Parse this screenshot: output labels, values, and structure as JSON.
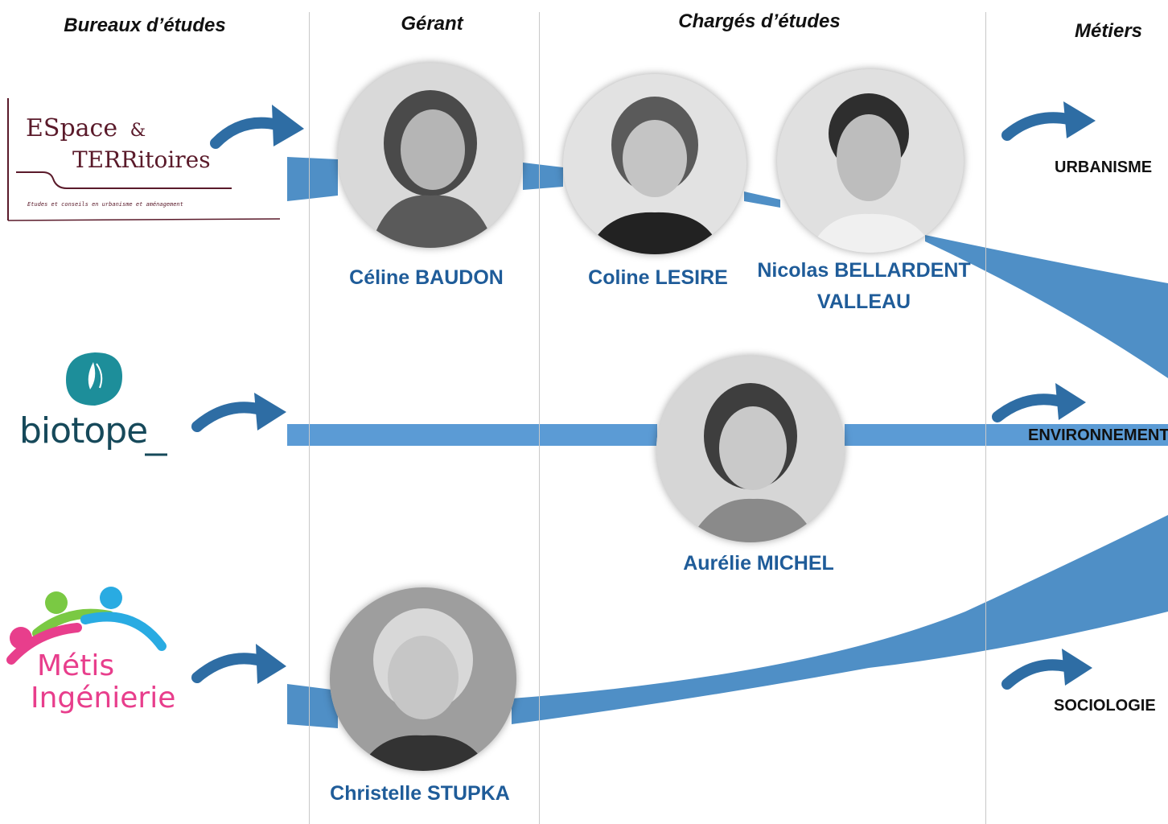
{
  "headers": {
    "bureaux": "Bureaux d’études",
    "gerant": "Gérant",
    "charges": "Chargés d’études",
    "metiers": "Métiers"
  },
  "logos": {
    "espace": {
      "line1": "ESpace",
      "amp": "&",
      "line2": "TERRitoires",
      "tagline": "Etudes et conseils en urbanisme et aménagement"
    },
    "biotope": {
      "text": "biotope"
    },
    "metis": {
      "line1": "Métis",
      "line2": "Ingénierie"
    }
  },
  "people": {
    "celine": "Céline BAUDON",
    "coline": "Coline LESIRE",
    "nicolas_line1": "Nicolas BELLARDENT",
    "nicolas_line2": "VALLEAU",
    "aurelie": "Aurélie MICHEL",
    "christelle": "Christelle STUPKA"
  },
  "metiers": {
    "urbanisme": "URBANISME",
    "environnement": "ENVIRONNEMENT",
    "sociologie": "SOCIOLOGIE"
  },
  "colors": {
    "band": "#4f8fc6",
    "band_light": "#5b9bd5",
    "arrow": "#2e6da4",
    "name": "#1f5c99",
    "espace": "#5a1a2a",
    "biotope": "#16495a",
    "biotope_badge": "#1d8e9a",
    "metis_pink": "#e83e8c",
    "metis_green": "#7ac943",
    "metis_blue": "#29abe2"
  }
}
